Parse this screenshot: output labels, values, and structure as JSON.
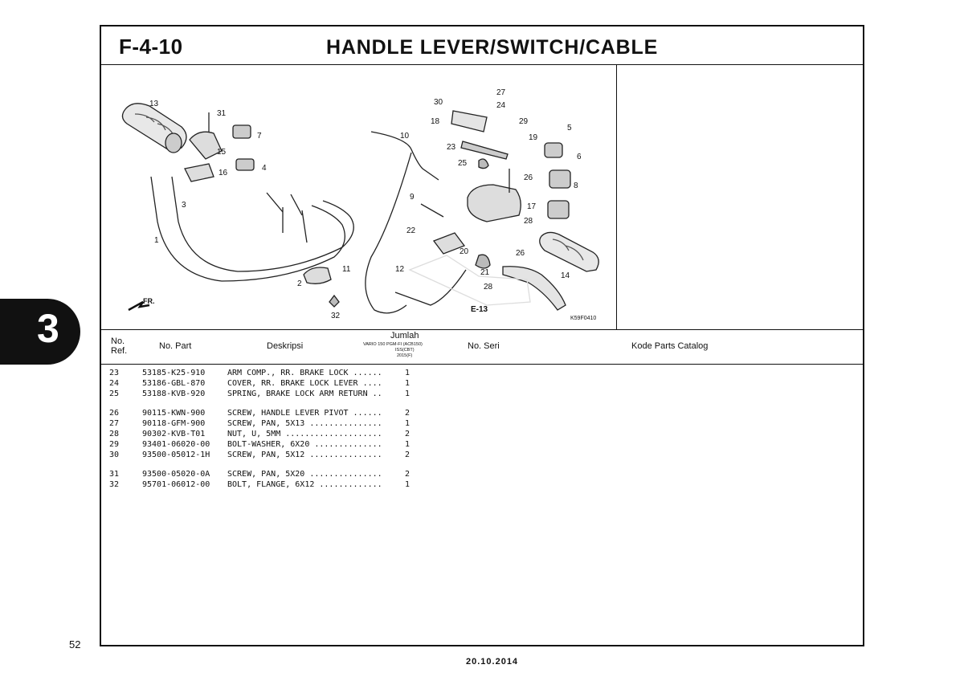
{
  "header": {
    "code": "F-4-10",
    "title": "HANDLE LEVER/SWITCH/CABLE"
  },
  "side_tab": "3",
  "page_number": "52",
  "footer_date": "20.10.2014",
  "diagram": {
    "figure_code": "K59F0410",
    "ref_arrow": "E-13",
    "front_marker": "FR.",
    "callouts": [
      "13",
      "31",
      "7",
      "15",
      "16",
      "4",
      "1",
      "3",
      "30",
      "27",
      "24",
      "18",
      "29",
      "5",
      "19",
      "10",
      "23",
      "6",
      "25",
      "26",
      "8",
      "9",
      "17",
      "28",
      "22",
      "14",
      "20",
      "26",
      "11",
      "21",
      "12",
      "2",
      "28",
      "32"
    ]
  },
  "table": {
    "headers": {
      "no_ref": "No. Ref.",
      "no_part": "No. Part",
      "deskripsi": "Deskripsi",
      "jumlah": "Jumlah",
      "jumlah_sub1": "VARIO 150 PGM-FI (ACB150)",
      "jumlah_sub2": "ISS(CBT)",
      "jumlah_sub3": "2015(F)",
      "no_seri": "No. Seri",
      "kode": "Kode Parts Catalog"
    },
    "rows": [
      {
        "ref": "23",
        "part": "53185-K25-910",
        "desc": "ARM COMP., RR. BRAKE LOCK ......",
        "qty": "1"
      },
      {
        "ref": "24",
        "part": "53186-GBL-870",
        "desc": "COVER, RR. BRAKE LOCK LEVER ....",
        "qty": "1"
      },
      {
        "ref": "25",
        "part": "53188-KVB-920",
        "desc": "SPRING, BRAKE LOCK ARM RETURN ..",
        "qty": "1"
      },
      {
        "ref": "26",
        "part": "90115-KWN-900",
        "desc": "SCREW, HANDLE LEVER PIVOT ......",
        "qty": "2"
      },
      {
        "ref": "27",
        "part": "90118-GFM-900",
        "desc": "SCREW, PAN, 5X13 ...............",
        "qty": "1"
      },
      {
        "ref": "28",
        "part": "90302-KVB-T01",
        "desc": "NUT, U, 5MM ....................",
        "qty": "2"
      },
      {
        "ref": "29",
        "part": "93401-06020-00",
        "desc": "BOLT-WASHER, 6X20 ..............",
        "qty": "1"
      },
      {
        "ref": "30",
        "part": "93500-05012-1H",
        "desc": "SCREW, PAN, 5X12 ...............",
        "qty": "2"
      },
      {
        "ref": "31",
        "part": "93500-05020-0A",
        "desc": "SCREW, PAN, 5X20 ...............",
        "qty": "2"
      },
      {
        "ref": "32",
        "part": "95701-06012-00",
        "desc": "BOLT, FLANGE, 6X12 .............",
        "qty": "1"
      }
    ]
  }
}
